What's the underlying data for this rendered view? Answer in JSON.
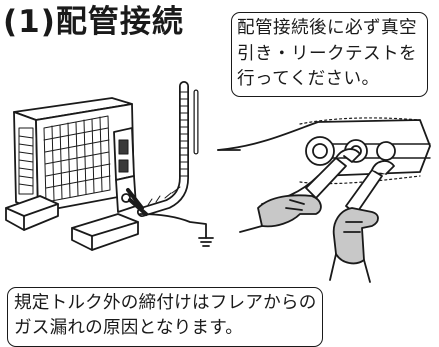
{
  "heading": {
    "title": "(1)配管接続"
  },
  "notes": {
    "vacuum_note": [
      "配管接続後に必ず真空",
      "引き・リークテストを",
      "行ってください。"
    ],
    "torque_note": [
      "規定トルク外の締付けはフレアからの",
      "ガス漏れの原因となります。"
    ]
  },
  "illustrations": {
    "outdoor_unit": "outdoor-unit-with-piping-illustration",
    "flare_nut": "flare-nut-tightening-with-wrenches-illustration"
  }
}
